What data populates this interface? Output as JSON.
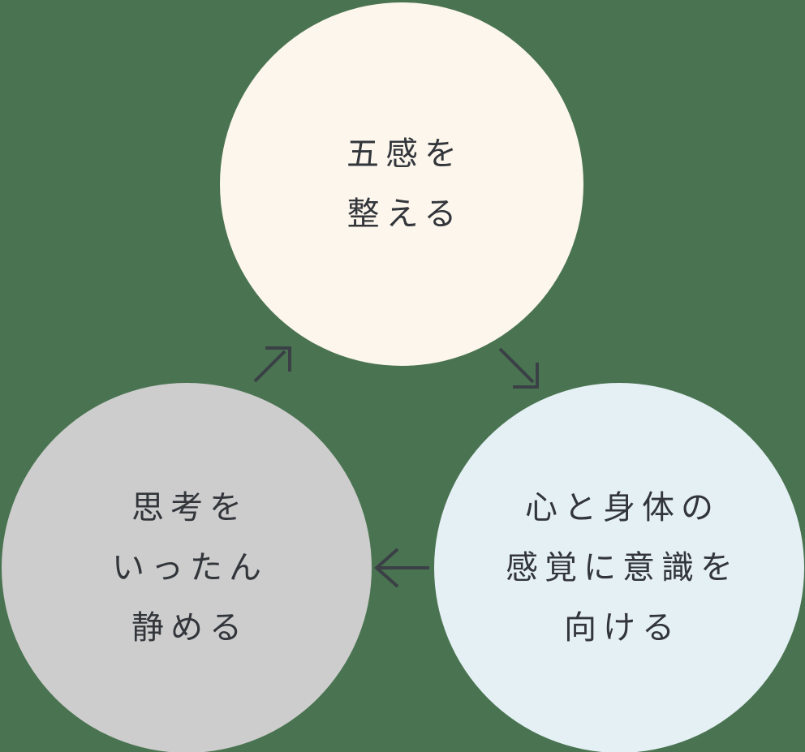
{
  "page": {
    "background_color": "#4a7451",
    "text_color": "#32363b",
    "arrow_color": "#3a4046"
  },
  "diagram": {
    "type": "cycle",
    "circles": {
      "top": {
        "id": "five-senses",
        "fill": "#fdf6ec",
        "lines": [
          "五感を",
          "整える"
        ]
      },
      "right": {
        "id": "mind-body-awareness",
        "fill": "#e5f0f5",
        "lines": [
          "心と身体の",
          "感覚に意識を",
          "向ける"
        ]
      },
      "left": {
        "id": "quiet-thoughts",
        "fill": "#cdcdcd",
        "lines": [
          "思考を",
          "いったん",
          "静める"
        ]
      }
    },
    "arrows": [
      {
        "name": "top-to-right",
        "direction": "down-right"
      },
      {
        "name": "right-to-left",
        "direction": "left"
      },
      {
        "name": "left-to-top",
        "direction": "up-right"
      }
    ]
  }
}
